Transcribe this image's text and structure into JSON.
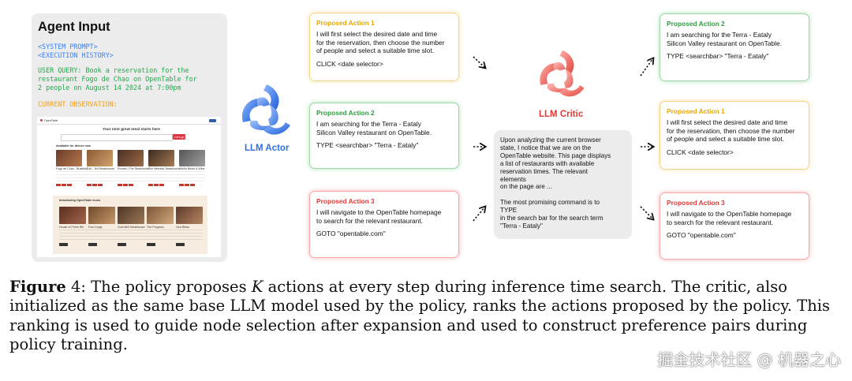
{
  "agent_input": {
    "title": "Agent Input",
    "system_prompt": "<SYSTEM PROMPT>",
    "execution_history": "<EXECUTION HISTORY>",
    "user_query_lines": [
      "USER QUERY: Book a reservation for the",
      "restaurant Fogo de Chao on OpenTable for",
      "2 people on August 14 2024 at 7:00pm"
    ],
    "current_observation": "CURRENT OBSERVATION:",
    "screenshot": {
      "site": "OpenTable",
      "heading": "Your next great meal starts here",
      "search_button": "Let's go",
      "section1": "Available for dinner now",
      "cards1": [
        "Fogo de Chao - Brazilian",
        "DAI - Ted Steakhouse",
        "Rooted | The Steakhouse",
        "The Wembly Steakhouse",
        "Vitello Bistro & Wine"
      ],
      "section2": "Introducing OpenTable Icons",
      "cards2": [
        "House of Prime Rib",
        "Four Kings",
        "Gold Bell Steakhouse",
        "The Progress",
        "Zuni Bistro"
      ]
    }
  },
  "actor": {
    "label": "LLM Actor"
  },
  "critic": {
    "label": "LLM Critic",
    "text_lines": [
      "Upon analyzing the current browser",
      "state, I notice that we are on the",
      "OpenTable website. This page displays",
      "a list of restaurants with available",
      "reservation times. The relevant",
      "elements",
      "on the page are ...",
      "",
      "The most promising command is to",
      "TYPE",
      "in the search bar for the search term",
      "\"Terra - Eataly\""
    ]
  },
  "proposed": [
    {
      "title": "Proposed Action 1",
      "lines": [
        "I will first select the desired date and time",
        "for the reservation, then choose the number",
        "of people and select a suitable time slot."
      ],
      "command": "CLICK <date selector>"
    },
    {
      "title": "Proposed Action 2",
      "lines": [
        "I am searching for the Terra - Eataly",
        "Silicon Valley restaurant on OpenTable."
      ],
      "command": "TYPE <searchbar> \"Terra - Eataly\""
    },
    {
      "title": "Proposed Action 3",
      "lines": [
        "I will navigate to the OpenTable homepage",
        "to search for the relevant restaurant."
      ],
      "command": "GOTO \"opentable.com\""
    }
  ],
  "ranked": [
    {
      "title": "Proposed Action 2",
      "lines": [
        "I am searching for the Terra - Eataly",
        "Silicon Valley restaurant on OpenTable."
      ],
      "command": "TYPE <searchbar> \"Terra - Eataly\""
    },
    {
      "title": "Proposed Action 1",
      "lines": [
        "I will first select the desired date and time",
        "for the reservation, then choose the number",
        "of people and select a suitable time slot."
      ],
      "command": "CLICK <date selector>"
    },
    {
      "title": "Proposed Action 3",
      "lines": [
        "I will navigate to the OpenTable homepage",
        "to search for the relevant restaurant."
      ],
      "command": "GOTO \"opentable.com\""
    }
  ],
  "caption": {
    "label": "Figure",
    "number": "4:",
    "text_before_k": "The policy proposes",
    "k": "K",
    "text_after_k": "actions at every step during inference time search. The critic, also initialized as the same base LLM model used by the policy, ranks the actions proposed by the policy. This ranking is used to guide node selection after expansion and used to construct preference pairs during policy training."
  },
  "watermark": "掘金技术社区 @ 机器之心",
  "colors": {
    "yellow": "#e6a700",
    "green": "#2e9f3e",
    "red": "#e53935",
    "actor_blue": "#2f6fe0",
    "critic_red": "#e53935",
    "query_green": "#22a84a",
    "prompt_blue": "#3b82f6",
    "obs_orange": "#f59e0b"
  }
}
